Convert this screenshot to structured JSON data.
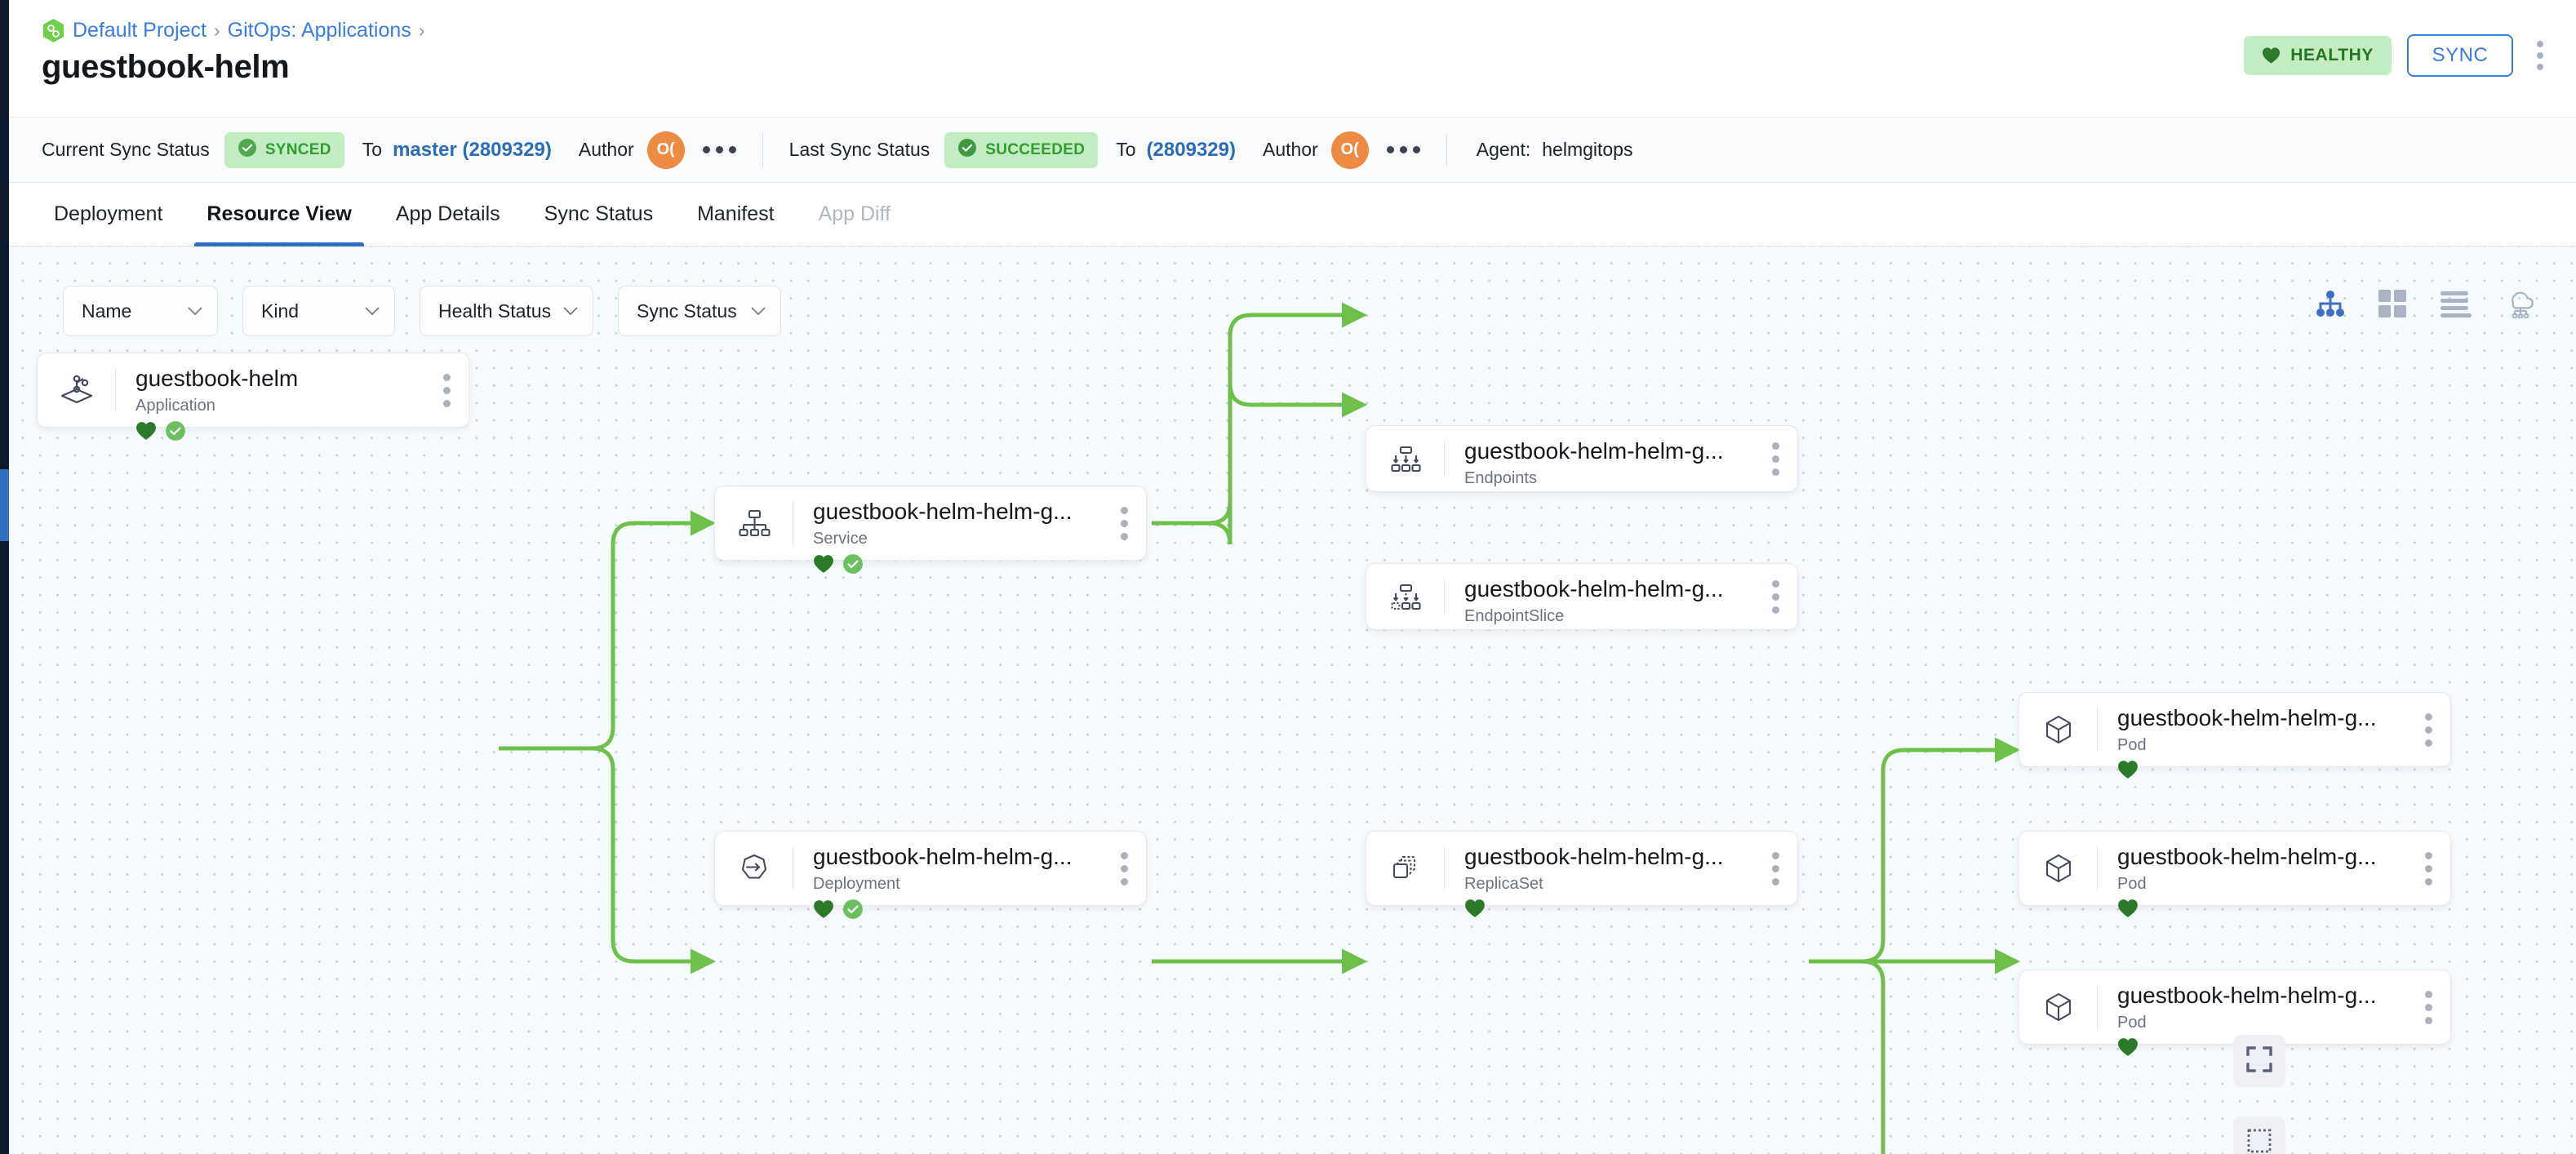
{
  "breadcrumb": {
    "logo_icon": "argo-project-icon",
    "items": [
      {
        "label": "Default Project"
      },
      {
        "label": "GitOps: Applications"
      }
    ],
    "separator": "›"
  },
  "header": {
    "title": "guestbook-helm",
    "health_badge": {
      "label": "HEALTHY",
      "icon": "heart-icon",
      "bg": "#c3ecc3",
      "fg": "#227722"
    },
    "sync_button": {
      "label": "SYNC",
      "color": "#3b7ddd"
    },
    "overflow_icon": "kebab-menu-icon"
  },
  "sync_bar": {
    "current": {
      "label": "Current Sync Status",
      "status": "SYNCED",
      "status_icon": "check-circle-icon",
      "to_label": "To",
      "revision": "master (2809329)",
      "author_label": "Author",
      "author_initials": "O(",
      "author_color": "#ed8b45",
      "more_icon": "ellipsis-icon"
    },
    "last": {
      "label": "Last Sync Status",
      "status": "SUCCEEDED",
      "status_icon": "check-circle-icon",
      "to_label": "To",
      "revision": "(2809329)",
      "author_label": "Author",
      "author_initials": "O(",
      "author_color": "#ed8b45",
      "more_icon": "ellipsis-icon"
    },
    "agent_label": "Agent:",
    "agent_value": "helmgitops"
  },
  "tabs": [
    {
      "label": "Deployment",
      "active": false,
      "disabled": false
    },
    {
      "label": "Resource View",
      "active": true,
      "disabled": false
    },
    {
      "label": "App Details",
      "active": false,
      "disabled": false
    },
    {
      "label": "Sync Status",
      "active": false,
      "disabled": false
    },
    {
      "label": "Manifest",
      "active": false,
      "disabled": false
    },
    {
      "label": "App Diff",
      "active": false,
      "disabled": true
    }
  ],
  "filters": [
    {
      "label": "Name",
      "icon": "chevron-down-icon"
    },
    {
      "label": "Kind",
      "icon": "chevron-down-icon"
    },
    {
      "label": "Health Status",
      "icon": "chevron-down-icon"
    },
    {
      "label": "Sync Status",
      "icon": "chevron-down-icon"
    }
  ],
  "view_modes": [
    {
      "name": "tree-view-icon",
      "active": true
    },
    {
      "name": "grid-view-icon",
      "active": false
    },
    {
      "name": "list-view-icon",
      "active": false
    },
    {
      "name": "network-view-icon",
      "active": false
    }
  ],
  "canvas": {
    "accent_edge_color": "#6fc04a",
    "background_color": "#f5fafd",
    "dot_color": "#c2cad4"
  },
  "floating_buttons": [
    {
      "name": "fit-to-screen-icon"
    },
    {
      "name": "selection-box-icon"
    }
  ],
  "graph": {
    "nodes": [
      {
        "id": "app",
        "title": "guestbook-helm",
        "kind": "Application",
        "icon": "application-icon",
        "health": true,
        "synced": true,
        "kebab": "kebab-menu-icon"
      },
      {
        "id": "service",
        "title": "guestbook-helm-helm-g...",
        "kind": "Service",
        "icon": "service-icon",
        "health": true,
        "synced": true,
        "kebab": "kebab-menu-icon"
      },
      {
        "id": "endpoints",
        "title": "guestbook-helm-helm-g...",
        "kind": "Endpoints",
        "icon": "endpoints-icon",
        "health": false,
        "synced": false,
        "kebab": "kebab-menu-icon"
      },
      {
        "id": "endpointslice",
        "title": "guestbook-helm-helm-g...",
        "kind": "EndpointSlice",
        "icon": "endpointslice-icon",
        "health": false,
        "synced": false,
        "kebab": "kebab-menu-icon"
      },
      {
        "id": "deployment",
        "title": "guestbook-helm-helm-g...",
        "kind": "Deployment",
        "icon": "deployment-icon",
        "health": true,
        "synced": true,
        "kebab": "kebab-menu-icon"
      },
      {
        "id": "replicaset",
        "title": "guestbook-helm-helm-g...",
        "kind": "ReplicaSet",
        "icon": "replicaset-icon",
        "health": true,
        "synced": false,
        "kebab": "kebab-menu-icon"
      },
      {
        "id": "pod1",
        "title": "guestbook-helm-helm-g...",
        "kind": "Pod",
        "icon": "pod-icon",
        "health": true,
        "synced": false,
        "kebab": "kebab-menu-icon"
      },
      {
        "id": "pod2",
        "title": "guestbook-helm-helm-g...",
        "kind": "Pod",
        "icon": "pod-icon",
        "health": true,
        "synced": false,
        "kebab": "kebab-menu-icon"
      },
      {
        "id": "pod3",
        "title": "guestbook-helm-helm-g...",
        "kind": "Pod",
        "icon": "pod-icon",
        "health": true,
        "synced": false,
        "kebab": "kebab-menu-icon"
      }
    ],
    "edges": [
      {
        "from": "app",
        "to": "service"
      },
      {
        "from": "app",
        "to": "deployment"
      },
      {
        "from": "service",
        "to": "endpoints"
      },
      {
        "from": "service",
        "to": "endpointslice"
      },
      {
        "from": "deployment",
        "to": "replicaset"
      },
      {
        "from": "replicaset",
        "to": "pod1"
      },
      {
        "from": "replicaset",
        "to": "pod2"
      },
      {
        "from": "replicaset",
        "to": "pod3"
      }
    ]
  }
}
